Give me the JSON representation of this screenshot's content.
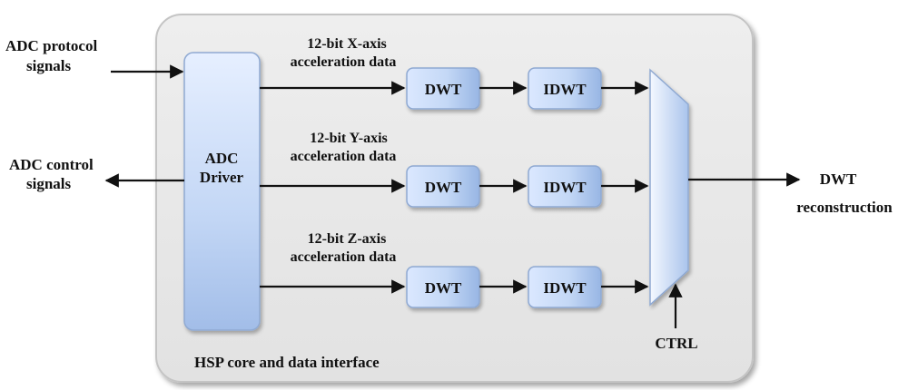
{
  "core": {
    "label": "HSP core and data interface"
  },
  "adc_driver": {
    "line1": "ADC",
    "line2": "Driver"
  },
  "inputs": {
    "protocol": {
      "line1": "ADC protocol",
      "line2": "signals"
    },
    "control": {
      "line1": "ADC control",
      "line2": "signals"
    }
  },
  "channels": [
    {
      "label_line1": "12-bit X-axis",
      "label_line2": "acceleration data",
      "dwt": "DWT",
      "idwt": "IDWT"
    },
    {
      "label_line1": "12-bit  Y-axis",
      "label_line2": "acceleration data",
      "dwt": "DWT",
      "idwt": "IDWT"
    },
    {
      "label_line1": "12-bit Z-axis",
      "label_line2": "acceleration data",
      "dwt": "DWT",
      "idwt": "IDWT"
    }
  ],
  "mux": {
    "ctrl_label": "CTRL"
  },
  "output": {
    "line1": "DWT",
    "line2": "reconstruction"
  },
  "colors": {
    "panel_fill": "#e8e8e8",
    "panel_stroke": "#bdbdbd",
    "block_light": "#e4eeff",
    "block_dark": "#a9c3ec",
    "block_stroke": "#7f9bc8",
    "arrow": "#111111"
  }
}
